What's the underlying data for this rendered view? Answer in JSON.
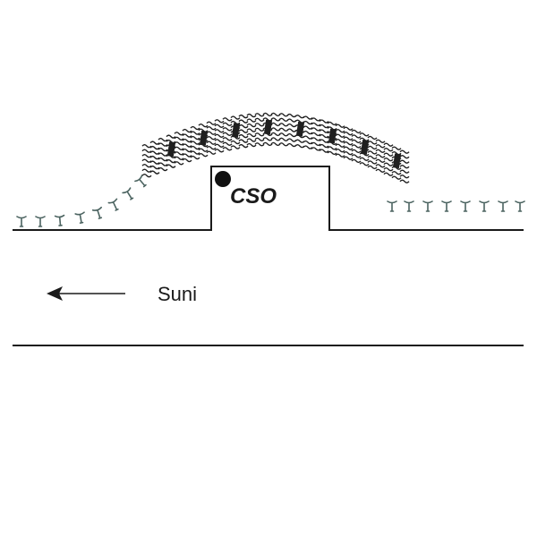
{
  "diagram": {
    "site_label": "CSO",
    "flow_label": "Suni",
    "flow_direction": "left",
    "colors": {
      "background": "#ffffff",
      "line": "#1a1a1a",
      "hairpin": "#4b6360",
      "bundle": "#1f1f1f"
    },
    "icons": {
      "marker": "filled-circle",
      "arrow": "left-arrow",
      "hairpin": "hairpin-vortex-glyph",
      "turbulent": "wavy-bundle-glyph"
    }
  }
}
